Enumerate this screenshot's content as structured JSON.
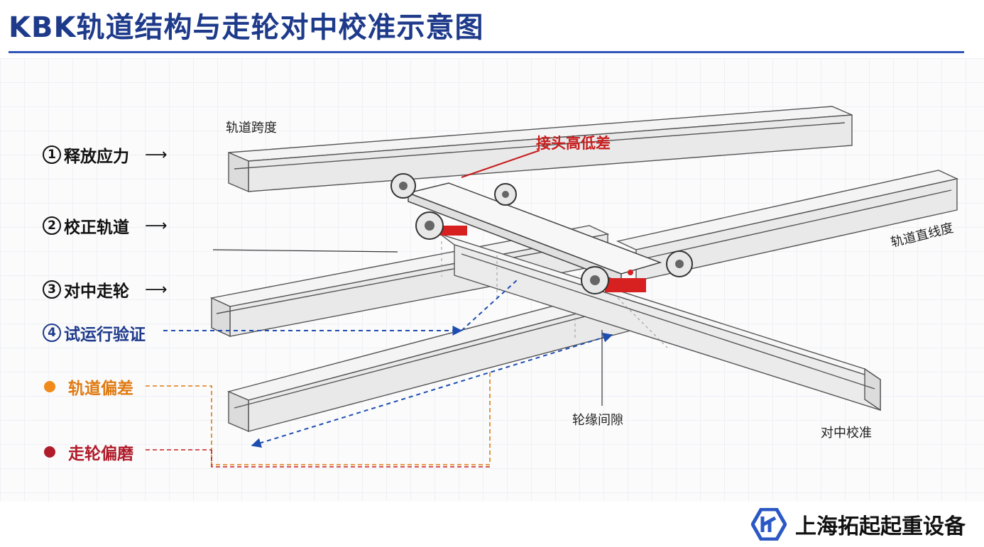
{
  "header": {
    "title": "KBK轨道结构与走轮对中校准示意图"
  },
  "steps": [
    {
      "num": "1",
      "label": "释放应力"
    },
    {
      "num": "2",
      "label": "校正轨道"
    },
    {
      "num": "3",
      "label": "对中走轮"
    },
    {
      "num": "4",
      "label": "试运行验证"
    }
  ],
  "legend": [
    {
      "label": "轨道偏差",
      "color": "#f08a1a"
    },
    {
      "label": "走轮偏磨",
      "color": "#b01c2a"
    }
  ],
  "callouts": {
    "rail_span": "轨道跨度",
    "joint_height_diff": "接头高低差",
    "rail_straightness": "轨道直线度",
    "flange_clearance": "轮缘间隙",
    "alignment": "对中校准"
  },
  "brand": {
    "name": "上海拓起起重设备",
    "logo_icon": "hexagon-crane-logo-icon"
  },
  "colors": {
    "accent": "#1e3a8a",
    "highlight": "#c81e1e",
    "warning": "#f08a1a"
  }
}
